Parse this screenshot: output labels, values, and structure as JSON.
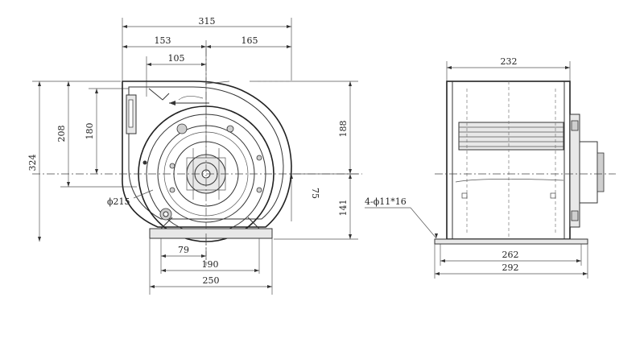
{
  "front_view": {
    "dims": {
      "overall_width": "315",
      "left_part": "153",
      "right_part": "165",
      "inner": "105",
      "height_left": "208",
      "height_inner": "180",
      "overall_height": "324",
      "right_height": "188",
      "right_lower": "141",
      "offset": "75",
      "diameter": "ϕ215",
      "base_79": "79",
      "base_190": "190",
      "base_250": "250"
    }
  },
  "side_view": {
    "dims": {
      "top_width": "232",
      "holes": "4-ϕ11*16",
      "base_262": "262",
      "base_292": "292"
    }
  }
}
